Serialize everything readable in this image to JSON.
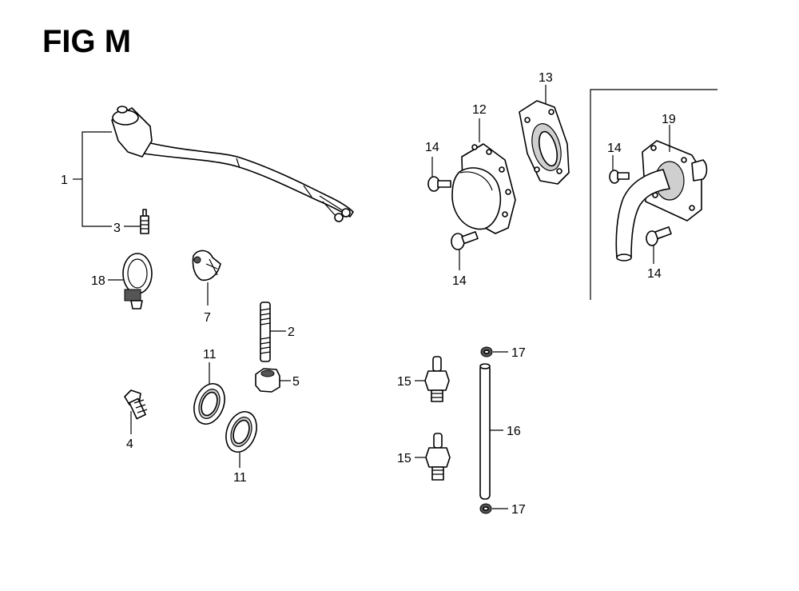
{
  "figure": {
    "title": "FIG M"
  },
  "callouts": {
    "p1": "1",
    "p2": "2",
    "p3": "3",
    "p4": "4",
    "p5": "5",
    "p7": "7",
    "p11a": "11",
    "p11b": "11",
    "p12": "12",
    "p13": "13",
    "p14a": "14",
    "p14b": "14",
    "p14c": "14",
    "p14d": "14",
    "p15a": "15",
    "p15b": "15",
    "p16": "16",
    "p17a": "17",
    "p17b": "17",
    "p18": "18",
    "p19": "19"
  }
}
